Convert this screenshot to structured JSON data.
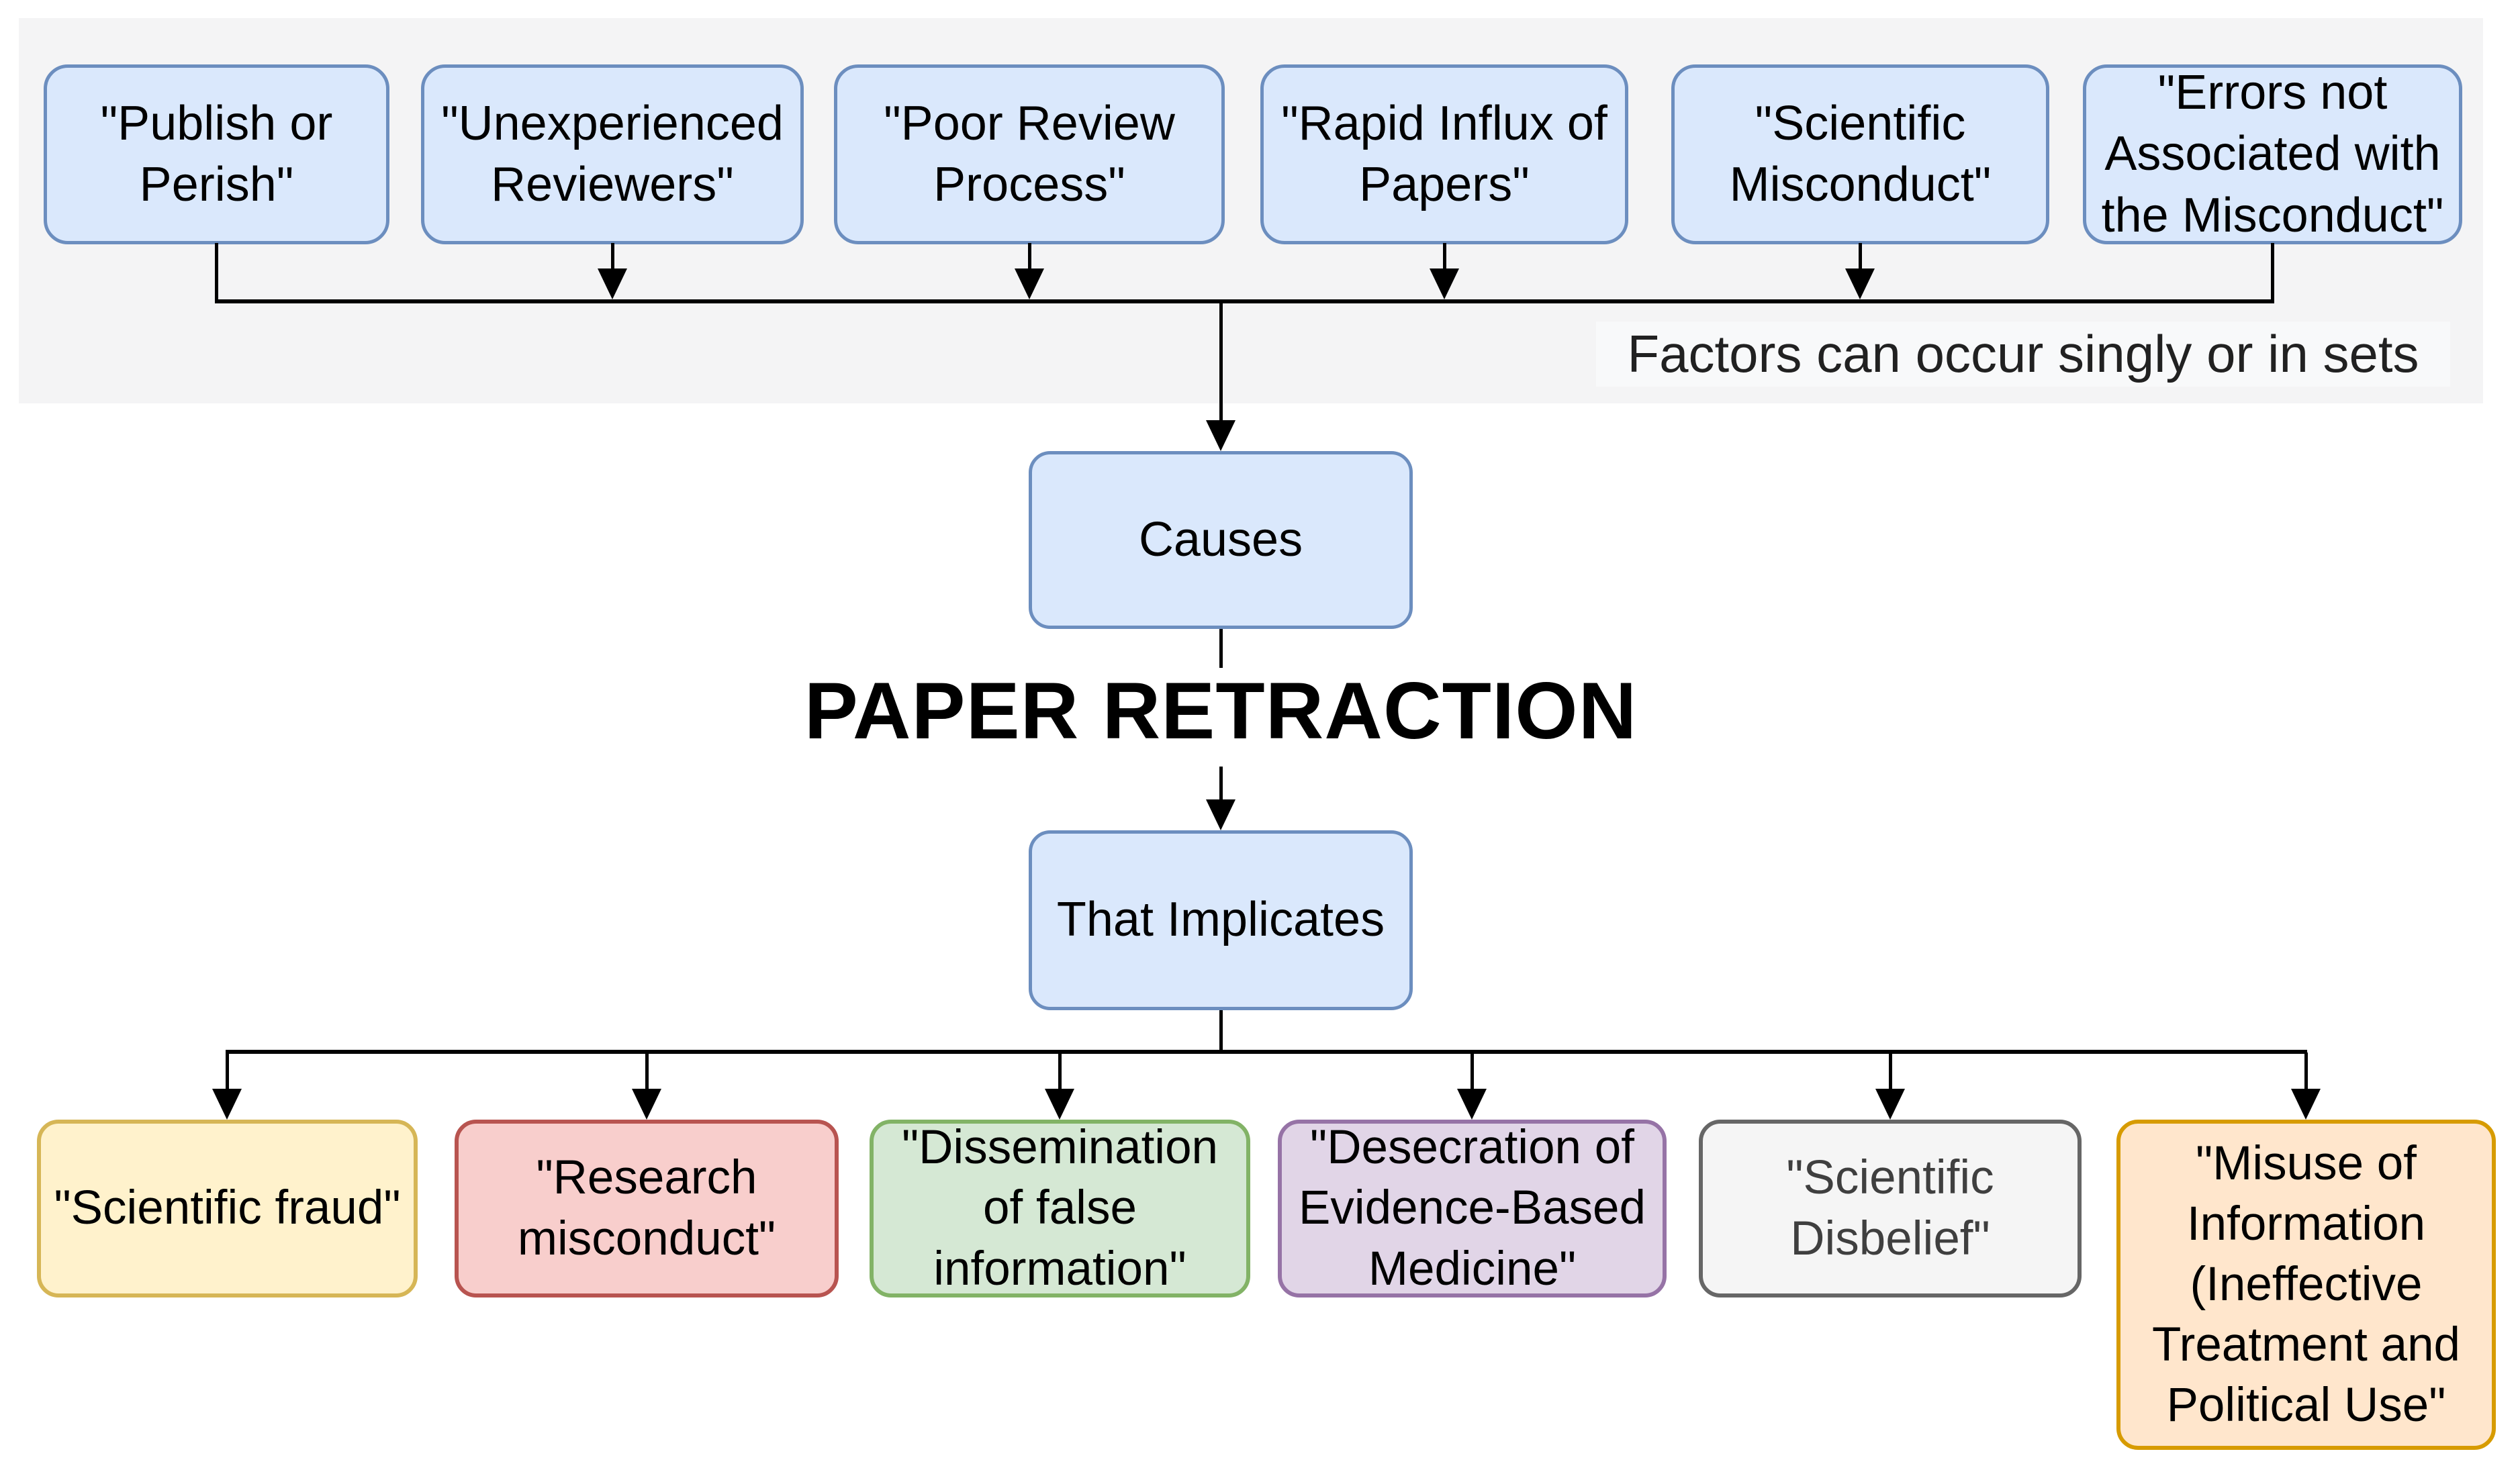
{
  "canvas": {
    "bg": "#ffffff"
  },
  "band": {
    "bg": "#f4f4f5"
  },
  "title": {
    "text": "PAPER RETRACTION",
    "color": "#000000"
  },
  "note": {
    "text": "Factors can occur singly or in sets",
    "bg": "#f8f9fa",
    "text_color": "#212121"
  },
  "connector_color": "#000000",
  "factors": [
    {
      "label": "\"Publish or\nPerish\"",
      "fill": "#dae8fc",
      "stroke": "#6c8ebf",
      "text": "#000000"
    },
    {
      "label": "\"Unexperienced\nReviewers\"",
      "fill": "#dae8fc",
      "stroke": "#6c8ebf",
      "text": "#000000"
    },
    {
      "label": "\"Poor Review\nProcess\"",
      "fill": "#dae8fc",
      "stroke": "#6c8ebf",
      "text": "#000000"
    },
    {
      "label": "\"Rapid Influx of\nPapers\"",
      "fill": "#dae8fc",
      "stroke": "#6c8ebf",
      "text": "#000000"
    },
    {
      "label": "\"Scientific\nMisconduct\"",
      "fill": "#dae8fc",
      "stroke": "#6c8ebf",
      "text": "#000000"
    },
    {
      "label": "\"Errors not\nAssociated with\nthe Misconduct\"",
      "fill": "#dae8fc",
      "stroke": "#6c8ebf",
      "text": "#000000"
    }
  ],
  "flow_nodes": {
    "causes": {
      "label": "Causes",
      "fill": "#dae8fc",
      "stroke": "#6c8ebf",
      "text": "#000000"
    },
    "implicates": {
      "label": "That Implicates",
      "fill": "#dae8fc",
      "stroke": "#6c8ebf",
      "text": "#000000"
    }
  },
  "implications": [
    {
      "label": "\"Scientific fraud\"",
      "fill": "#fff2cc",
      "stroke": "#d6b656",
      "text": "#000000"
    },
    {
      "label": "\"Research\nmisconduct\"",
      "fill": "#f8cecc",
      "stroke": "#b85450",
      "text": "#000000"
    },
    {
      "label": "\"Dissemination\nof false\ninformation\"",
      "fill": "#d5e8d4",
      "stroke": "#82b366",
      "text": "#000000"
    },
    {
      "label": "\"Desecration of\nEvidence-Based\nMedicine\"",
      "fill": "#e1d5e7",
      "stroke": "#9673a6",
      "text": "#000000"
    },
    {
      "label": "\"Scientific\nDisbelief\"",
      "fill": "#f5f5f5",
      "stroke": "#666666",
      "text": "#3f3f3f"
    },
    {
      "label": "\"Misuse of\nInformation\n(Ineffective\nTreatment and\nPolitical Use\"",
      "fill": "#ffe6cc",
      "stroke": "#d79b00",
      "text": "#000000"
    }
  ]
}
